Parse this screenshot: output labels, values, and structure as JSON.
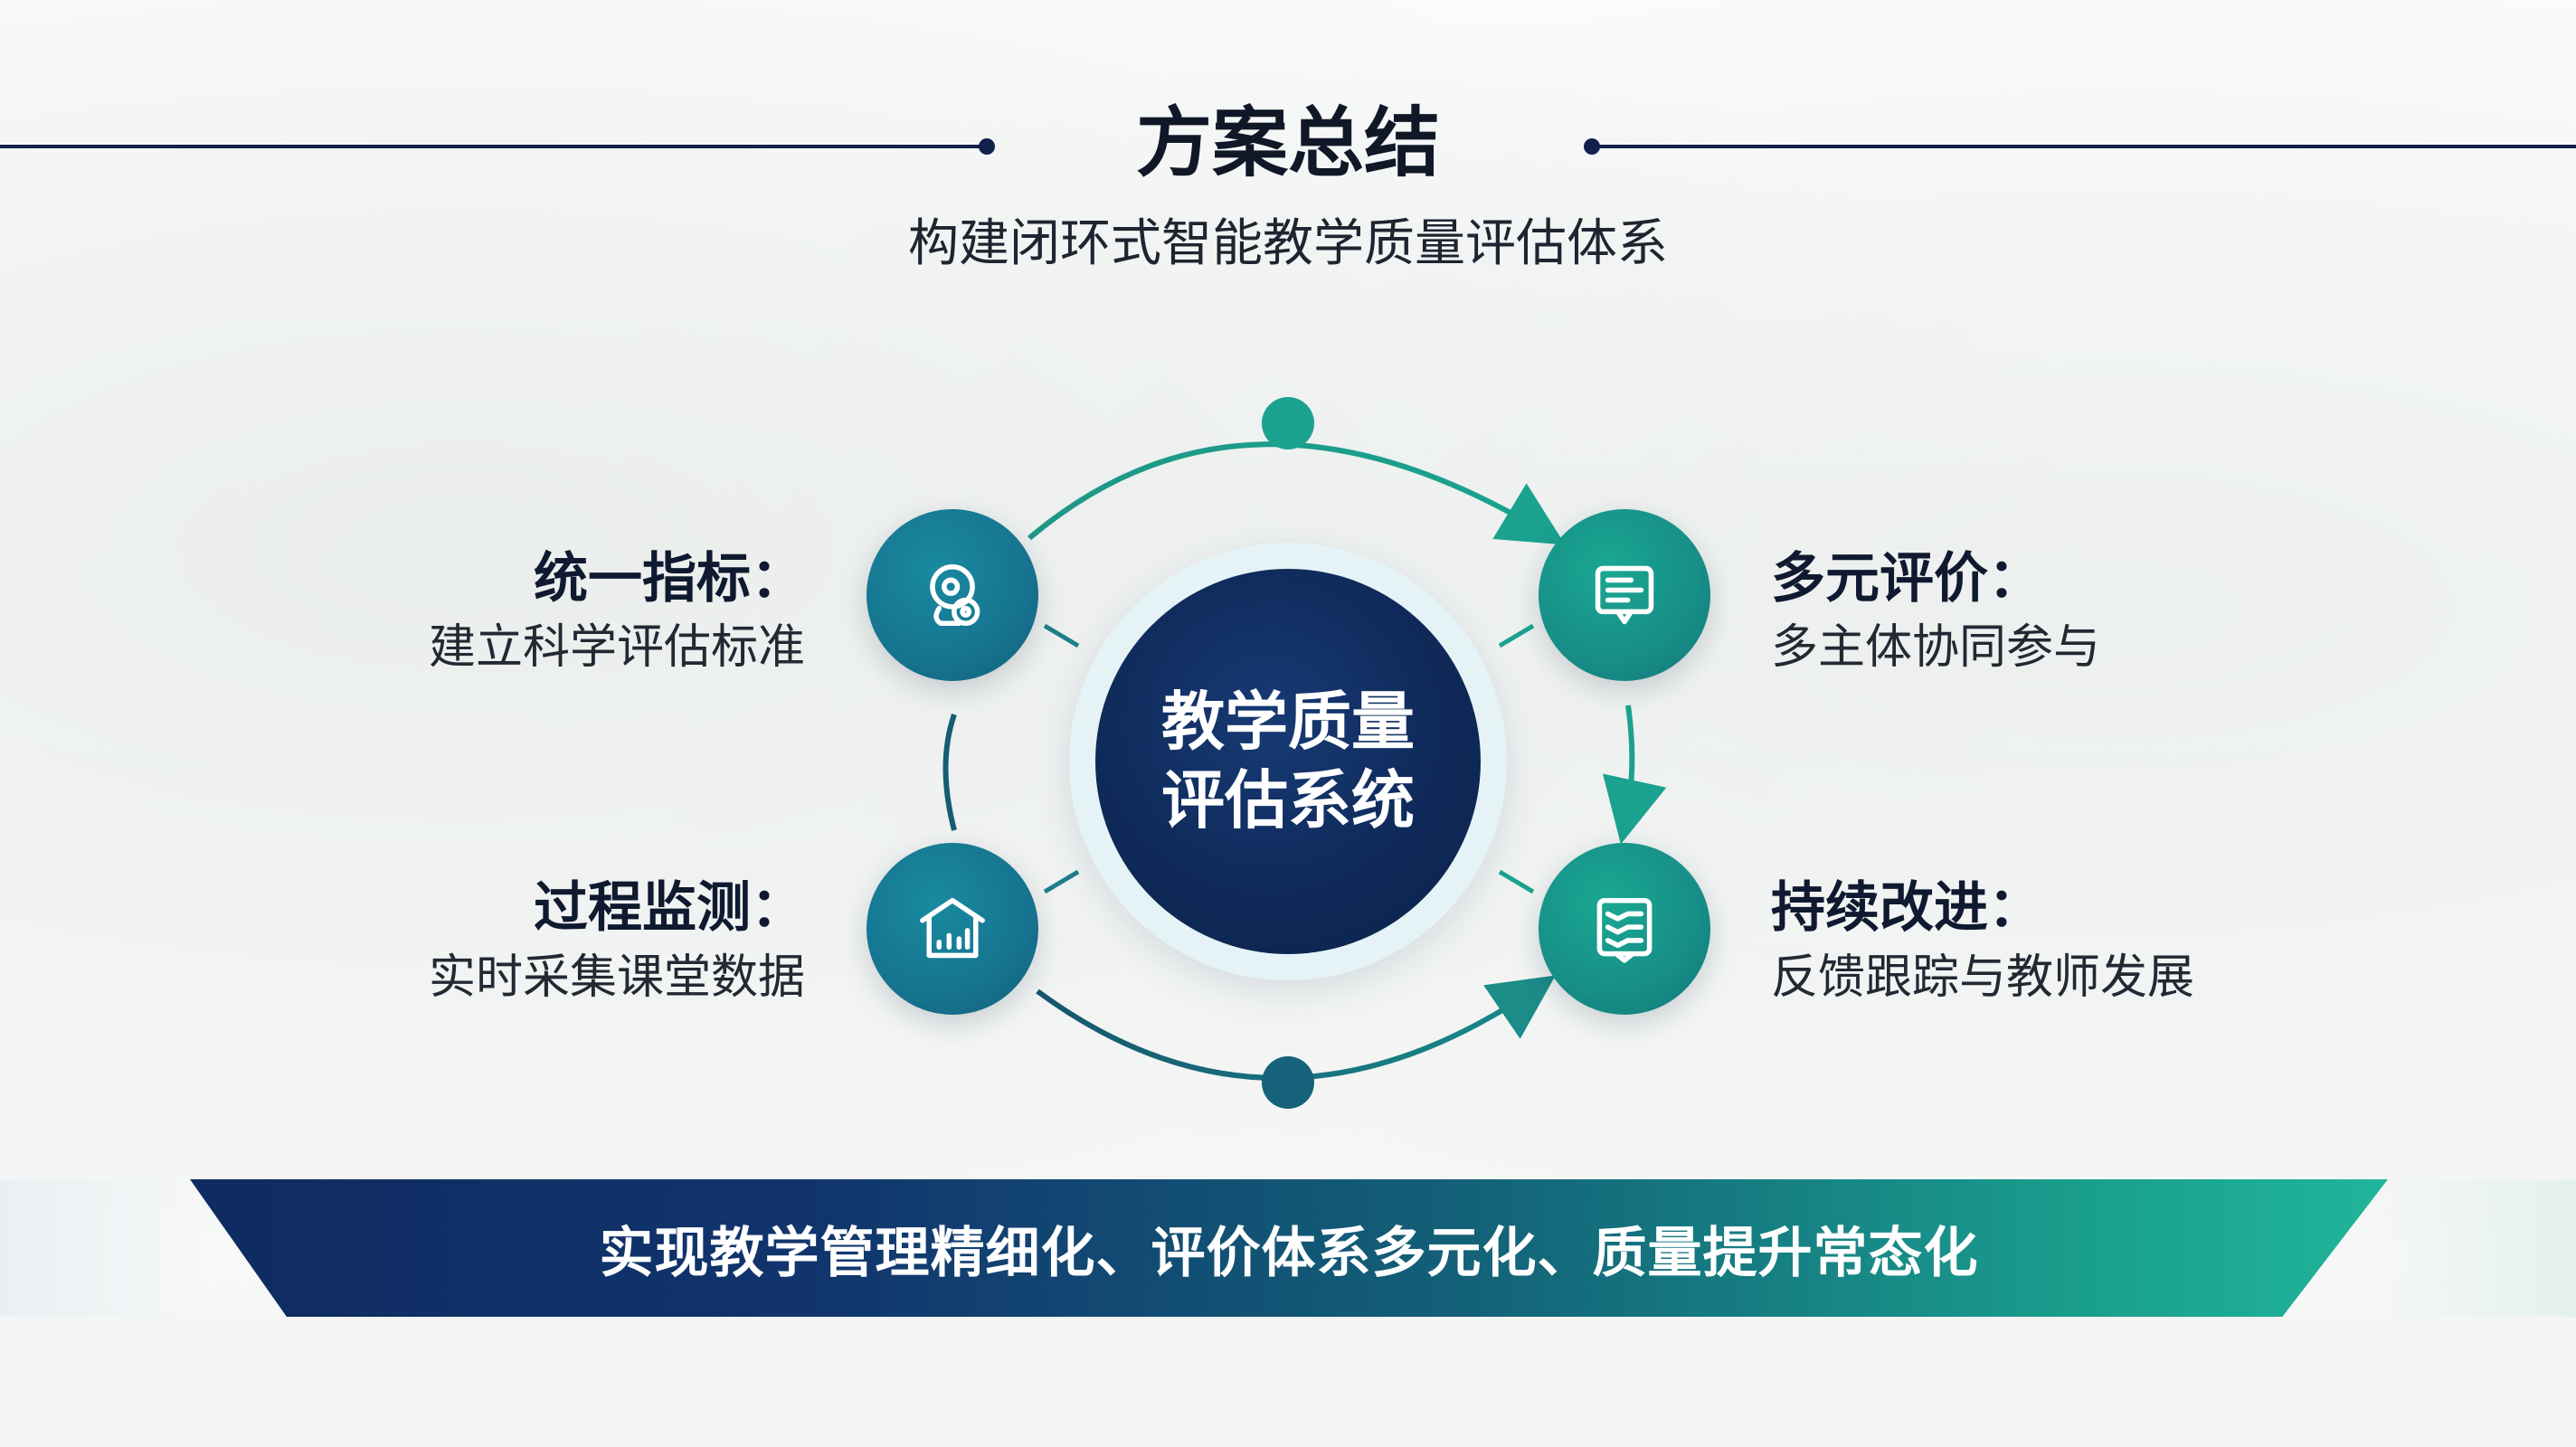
{
  "title": "方案总结",
  "subtitle": "构建闭环式智能教学质量评估体系",
  "center": {
    "line1": "教学质量",
    "line2": "评估系统"
  },
  "nodes": {
    "top_left": {
      "title": "统一指标：",
      "sub": "建立科学评估标准",
      "icon": "indicator-icon"
    },
    "top_right": {
      "title": "多元评价：",
      "sub": "多主体协同参与",
      "icon": "evaluation-icon"
    },
    "bottom_left": {
      "title": "过程监测：",
      "sub": "实时采集课堂数据",
      "icon": "monitor-chart-icon"
    },
    "bottom_right": {
      "title": "持续改进：",
      "sub": "反馈跟踪与教师发展",
      "icon": "improvement-icon"
    }
  },
  "banner": "实现教学管理精细化、评价体系多元化、质量提升常态化",
  "colors": {
    "navy": "#0f2a5a",
    "teal": "#1aa28f",
    "line": "#10214d"
  }
}
